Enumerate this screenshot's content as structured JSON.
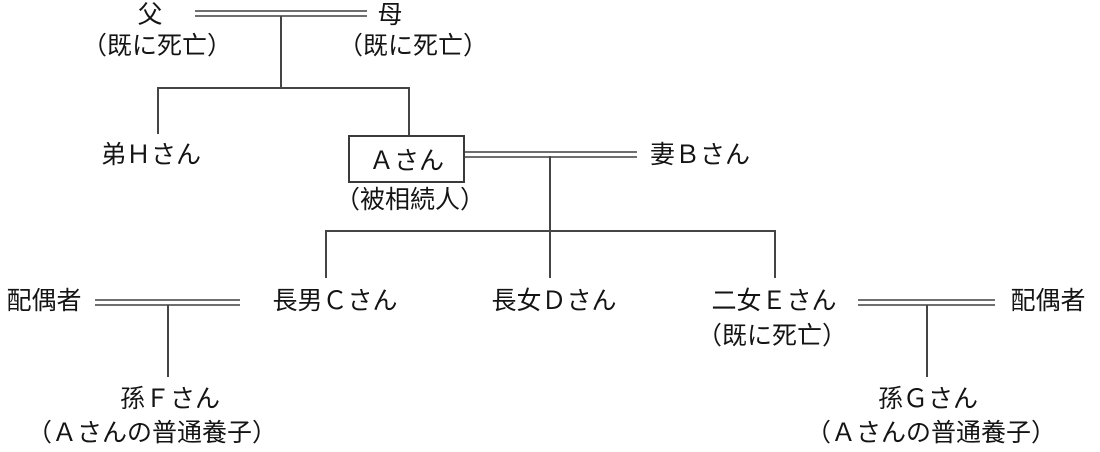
{
  "colors": {
    "line_single": "#454545",
    "line_double": "#6f6f6f",
    "text": "#141414",
    "box_border": "#3a3a3a",
    "background": "#ffffff"
  },
  "people": {
    "father": {
      "name": "父",
      "status": "（既に死亡）"
    },
    "mother": {
      "name": "母",
      "status": "（既に死亡）"
    },
    "brother_h": {
      "name": "弟Ｈさん"
    },
    "decedent_a": {
      "name": "Ａさん",
      "role": "（被相続人）"
    },
    "wife_b": {
      "name": "妻Ｂさん"
    },
    "spouse_of_c": {
      "name": "配偶者"
    },
    "son_c": {
      "name": "長男Ｃさん"
    },
    "daughter_d": {
      "name": "長女Ｄさん"
    },
    "daughter_e": {
      "name": "二女Ｅさん",
      "status": "（既に死亡）"
    },
    "spouse_of_e": {
      "name": "配偶者"
    },
    "grandchild_f": {
      "name": "孫Ｆさん",
      "note": "（Ａさんの普通養子）"
    },
    "grandchild_g": {
      "name": "孫Ｇさん",
      "note": "（Ａさんの普通養子）"
    }
  },
  "unions": [
    {
      "partners": [
        "父",
        "母"
      ],
      "children": [
        "弟Ｈさん",
        "Ａさん"
      ]
    },
    {
      "partners": [
        "Ａさん",
        "妻Ｂさん"
      ],
      "children": [
        "長男Ｃさん",
        "長女Ｄさん",
        "二女Ｅさん"
      ]
    },
    {
      "partners": [
        "配偶者",
        "長男Ｃさん"
      ],
      "children": [
        "孫Ｆさん"
      ]
    },
    {
      "partners": [
        "二女Ｅさん",
        "配偶者"
      ],
      "children": [
        "孫Ｇさん"
      ]
    }
  ]
}
